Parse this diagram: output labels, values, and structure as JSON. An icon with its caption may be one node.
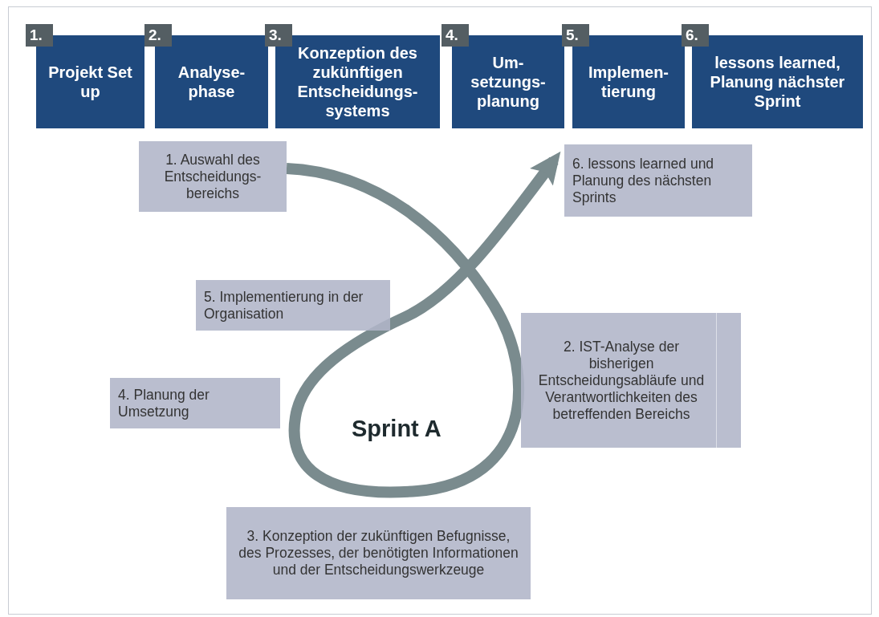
{
  "diagram": {
    "nodes": [
      {
        "text": [
          "1.",
          "Projekt Set up"
        ]
      },
      {
        "text": [
          "2.",
          "Analyse- phase"
        ]
      },
      {
        "text": [
          "3.",
          "Konzeption des zukünftigen Entscheidungs- systems"
        ]
      },
      {
        "text": [
          "4.",
          "Um- setzungs- planung"
        ]
      },
      {
        "text": [
          "5.",
          "Implemen- tierung"
        ]
      },
      {
        "text": [
          "6.",
          "lessons learned, Planung nächster Sprint"
        ]
      },
      {
        "text": [
          "1. Auswahl des Entscheidungs- bereichs"
        ]
      },
      {
        "text": [
          "6. lessons learned und Planung des nächsten Sprints"
        ]
      },
      {
        "text": [
          "5. Implementierung in der Organisation"
        ]
      },
      {
        "text": [
          "2. IST-Analyse der bisherigen Entscheidungsabläufe und Verantwortlichkeiten des betreffenden Bereichs"
        ]
      },
      {
        "text": [
          "4. Planung der Umsetzung"
        ]
      },
      {
        "text": [
          "3. Konzeption der zukünftigen Befugnisse, des Prozesses, der benötigten Informationen und der Entscheidungswerkzeuge"
        ]
      }
    ],
    "edges": [
      {
        "from": 6,
        "to": 7,
        "arrow": "to"
      }
    ],
    "labels": [
      "Sprint A"
    ]
  }
}
